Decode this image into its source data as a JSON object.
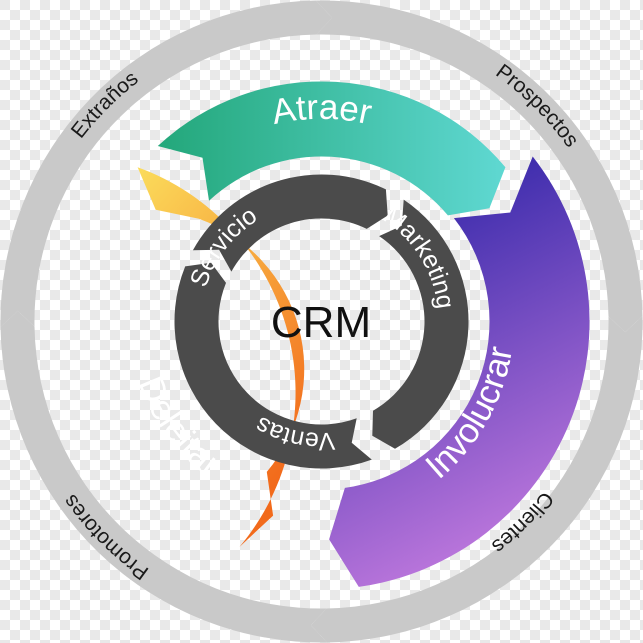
{
  "center": {
    "label": "CRM"
  },
  "outer_ring": {
    "labels": [
      "Extraños",
      "Prospectos",
      "Clientes",
      "Promotores"
    ],
    "color": "#c9c9c9"
  },
  "stages": [
    {
      "label": "Atraer",
      "color_start": "#23a77a",
      "color_end": "#5fd8d2"
    },
    {
      "label": "Involucrar",
      "color_start": "#2b22a6",
      "color_end": "#c77de0"
    },
    {
      "label": "Deleitar",
      "color_start": "#fbdc5b",
      "color_end": "#f26a1b"
    }
  ],
  "inner_ring": {
    "labels": [
      "Servicio",
      "Marketing",
      "Ventas"
    ],
    "color": "#4b4b4b"
  }
}
